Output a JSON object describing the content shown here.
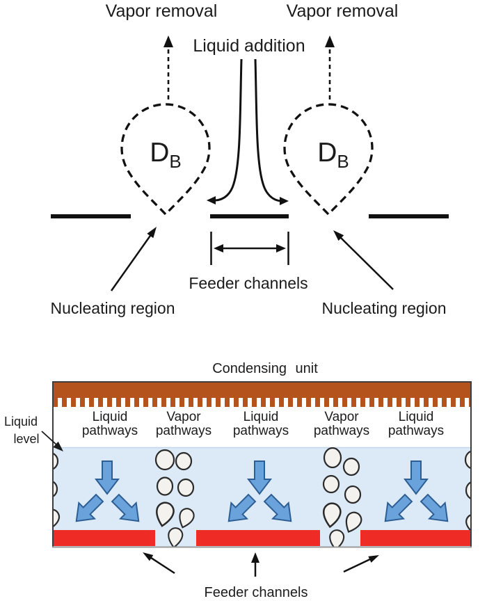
{
  "top_diagram": {
    "vapor_removal_left": "Vapor removal",
    "vapor_removal_right": "Vapor removal",
    "liquid_addition": "Liquid addition",
    "bubble_diameter_left": {
      "main": "D",
      "sub": "B"
    },
    "bubble_diameter_right": {
      "main": "D",
      "sub": "B"
    },
    "feeder_channels": "Feeder channels",
    "nucleating_region_left": "Nucleating region",
    "nucleating_region_right": "Nucleating region"
  },
  "bottom_diagram": {
    "condensing_unit": "Condensing unit",
    "liquid_level": {
      "line1": "Liquid",
      "line2": "level"
    },
    "columns": [
      {
        "line1": "Liquid",
        "line2": "pathways"
      },
      {
        "line1": "Vapor",
        "line2": "pathways"
      },
      {
        "line1": "Liquid",
        "line2": "pathways"
      },
      {
        "line1": "Vapor",
        "line2": "pathways"
      },
      {
        "line1": "Liquid",
        "line2": "pathways"
      }
    ],
    "feeder_channels": "Feeder channels",
    "colors": {
      "condenser_brown": "#b5531c",
      "liquid_blue": "#dce9f6",
      "feeder_red": "#ee2b24",
      "flow_arrow_blue": "#6aa2dc"
    }
  }
}
